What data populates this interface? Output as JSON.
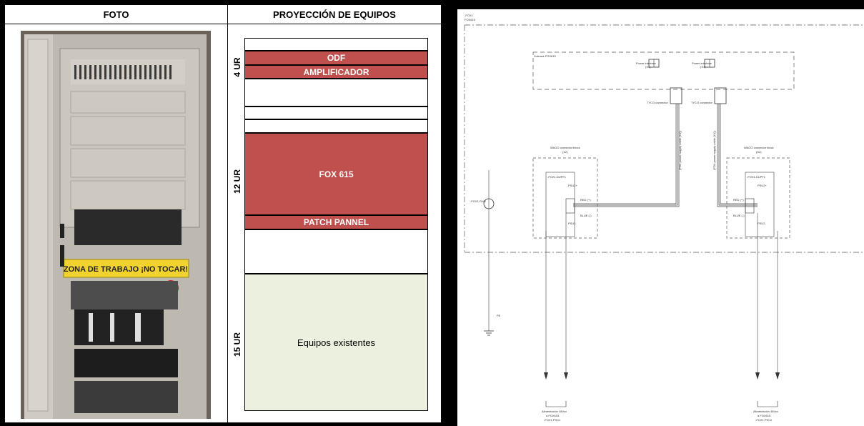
{
  "left": {
    "header_photo": "FOTO",
    "header_projection": "PROYECCIÓN DE EQUIPOS",
    "photo_sign": "ZONA DE TRABAJO ¡NO TOCAR!",
    "ur_labels": {
      "top": "4 UR",
      "mid": "12 UR",
      "bottom": "15 UR"
    },
    "rack": {
      "odf": "ODF",
      "amplificador": "AMPLIFICADOR",
      "fox": "FOX 615",
      "patch": "PATCH PANNEL",
      "existentes": "Equipos existentes"
    }
  },
  "right": {
    "tag1": "-FOX1",
    "tag2": "FOX615",
    "subrack": "Subrack FOX615",
    "power_interface": "Power interface",
    "pi_left_id": "(S1)",
    "pi_right_id": "(S1)",
    "tyco": "TYCO connector",
    "cable_left": "(FOX power supply cable (X1))",
    "cable_right": "(FOX power supply cable (X1))",
    "wago": "WAGO connector block",
    "wago_left_id": "(X2)",
    "wago_right_id": "(X2)",
    "dupf": "-FOX1.DUPF1",
    "psu_top": "PSU2+",
    "psu_bottom": "PSU2-",
    "red": "RED (+)",
    "blue": "BLUE (-)",
    "gnd": "-FOX1.GND",
    "pe": "PE",
    "feed_left": [
      "Alimentación 48Vcc",
      "a FOX615",
      "-FOX1.PSC1"
    ],
    "feed_right": [
      "Alimentación 48Vcc",
      "a FOX615",
      "-FOX1.PSC2"
    ]
  }
}
